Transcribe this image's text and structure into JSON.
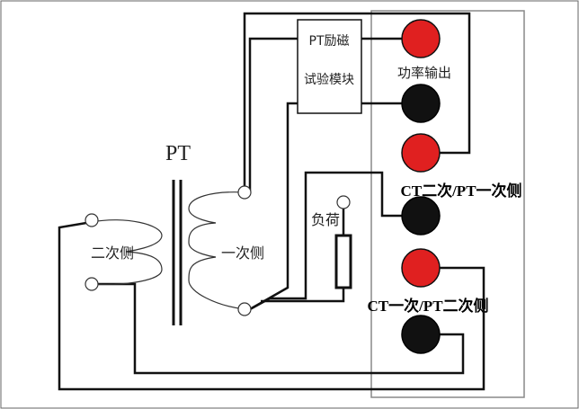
{
  "labels": {
    "pt_title": "PT",
    "module_line1": "PT励磁",
    "module_line2": "试验模块",
    "power_output": "功率输出",
    "secondary_side": "二次侧",
    "primary_side": "一次侧",
    "load": "负荷",
    "ct2_pt1": "CT二次/PT一次侧",
    "ct1_pt2": "CT一次/PT二次侧"
  },
  "colors": {
    "red_terminal": "#e02020",
    "black_terminal": "#111111",
    "wire": "#111111",
    "panel_border": "#888888"
  },
  "terminals": [
    {
      "name": "power-output-red",
      "color": "red"
    },
    {
      "name": "power-output-black",
      "color": "black"
    },
    {
      "name": "ct2-pt1-red",
      "color": "red"
    },
    {
      "name": "ct2-pt1-black",
      "color": "black"
    },
    {
      "name": "ct1-pt2-red",
      "color": "red"
    },
    {
      "name": "ct1-pt2-black",
      "color": "black"
    }
  ]
}
